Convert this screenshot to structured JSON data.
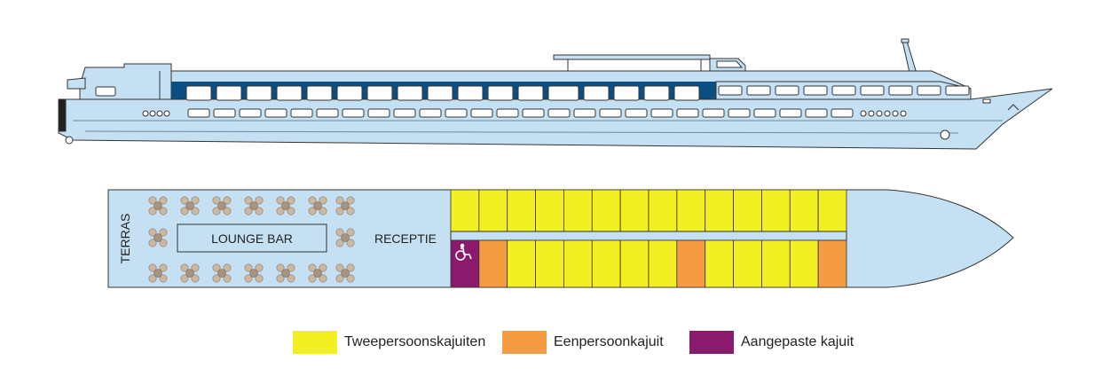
{
  "labels": {
    "terras": "TERRAS",
    "lounge_bar": "LOUNGE BAR",
    "receptie": "RECEPTIE"
  },
  "legend": [
    {
      "label": "Tweepersoonskajuiten",
      "color": "#f2ef22"
    },
    {
      "label": "Eenpersoonkajuit",
      "color": "#f59c42"
    },
    {
      "label": "Aangepaste kajuit",
      "color": "#8a1a6b"
    }
  ],
  "colors": {
    "hull": "#c5e0f3",
    "outline": "#333333",
    "accent_band": "#0b4f82",
    "seat": "#c9b8a4",
    "table": "#a89380",
    "cabin_double": "#f2ef22",
    "cabin_single": "#f59c42",
    "cabin_accessible": "#8a1a6b"
  },
  "deck": {
    "top_row": [
      "double",
      "double",
      "double",
      "double",
      "double",
      "double",
      "double",
      "double",
      "double",
      "double",
      "double",
      "double",
      "double",
      "double"
    ],
    "bottom_row": [
      "accessible",
      "single",
      "double",
      "double",
      "double",
      "double",
      "double",
      "double",
      "single",
      "double",
      "double",
      "double",
      "double",
      "single"
    ]
  },
  "icons": {
    "accessible_cabin": "wheelchair-icon"
  }
}
